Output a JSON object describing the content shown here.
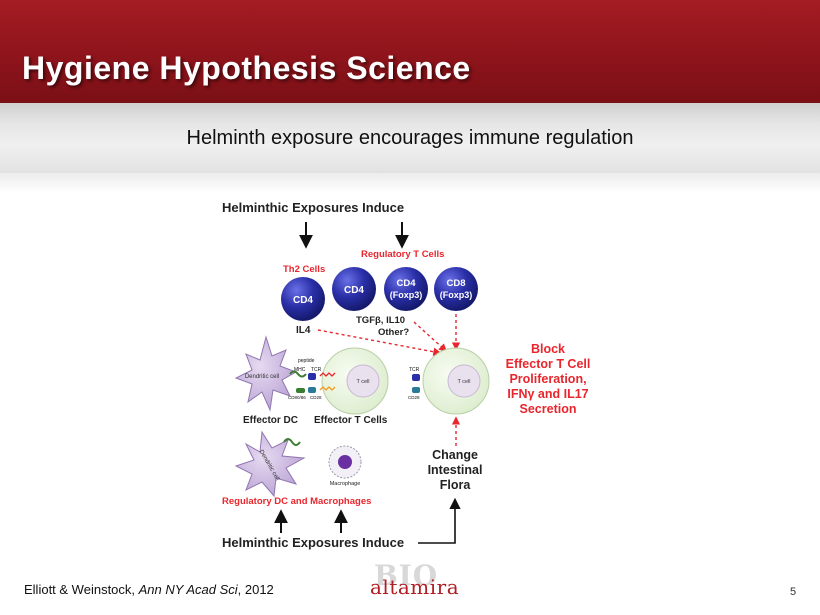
{
  "slide": {
    "title": "Hygiene Hypothesis Science",
    "subtitle": "Helminth exposure encourages immune regulation",
    "citation": {
      "authors": "Elliott & Weinstock, ",
      "journal": "Ann NY Acad Sci",
      "year": ", 2012"
    },
    "page_number": "5",
    "logo": {
      "watermark": "BIO",
      "name": "altamira"
    }
  },
  "diagram": {
    "top_heading": "Helminthic Exposures Induce",
    "bottom_heading": "Helminthic Exposures Induce",
    "th2_label": "Th2 Cells",
    "treg_label": "Regulatory T Cells",
    "cells": {
      "th2_cd4": "CD4",
      "treg_cd4": "CD4",
      "treg_cd4_foxp3_line1": "CD4",
      "treg_cd4_foxp3_line2": "(Foxp3)",
      "treg_cd8_foxp3_line1": "CD8",
      "treg_cd8_foxp3_line2": "(Foxp3)"
    },
    "il4": "IL4",
    "tgfb_line1": "TGFβ, IL10",
    "tgfb_line2": "Other?",
    "dendritic_cell": "Dendritic cell",
    "peptide": "peptide",
    "mhc": "MHC",
    "tcr_1": "TCR",
    "tcr_2": "TCR",
    "cd80_86": "CD80/86",
    "cd28_1": "CD28",
    "cd28_2": "CD28",
    "t_cell_1": "T cell",
    "t_cell_2": "T cell",
    "effector_dc": "Effector DC",
    "effector_t_cells": "Effector T Cells",
    "reg_dc_label": "Dendritic cell",
    "macrophage": "Macrophage",
    "reg_dc_macrophages": "Regulatory DC and Macrophages",
    "block_text": [
      "Block",
      "Effector T Cell",
      "Proliferation,",
      "IFNγ and IL17",
      "Secretion"
    ],
    "flora_text": [
      "Change",
      "Intestinal",
      "Flora"
    ],
    "colors": {
      "accent_red": "#e8262d",
      "cell_blue": "#2a2fa8",
      "tcell_green": "#eaf6df",
      "dc_purple": "#c9b4df"
    }
  }
}
